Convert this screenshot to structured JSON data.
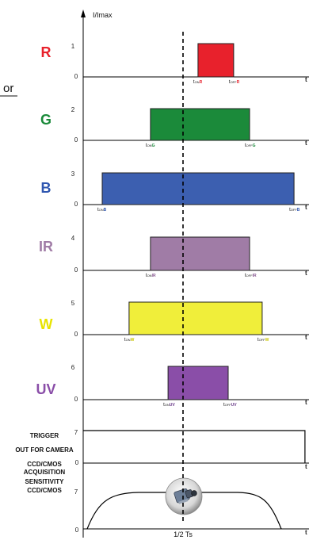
{
  "header": {
    "ylabel": "I/Imax",
    "cut_text": "or"
  },
  "colors": {
    "R": "#e8212c",
    "G": "#1b8a3a",
    "B": "#2f56b0",
    "IR": "#a07ca6",
    "W": "#f0ee3a",
    "UV": "#8a4ea8"
  },
  "channels": [
    {
      "key": "R",
      "label": "R",
      "level": "1",
      "on_sub": "R",
      "off_sub": "R",
      "on": 0.483,
      "off": 0.633,
      "color": "#e8212c",
      "fill": "#e8212c",
      "label_color": "#e8212c"
    },
    {
      "key": "G",
      "label": "G",
      "level": "2",
      "on_sub": "G",
      "off_sub": "G",
      "on": 0.283,
      "off": 0.7,
      "color": "#1b8a3a",
      "fill": "#1b8a3a",
      "label_color": "#1b8a3a"
    },
    {
      "key": "B",
      "label": "B",
      "level": "3",
      "on_sub": "B",
      "off_sub": "B",
      "on": 0.08,
      "off": 0.887,
      "color": "#2f56b0",
      "fill": "#3c5fb0",
      "label_color": "#2f56b0"
    },
    {
      "key": "IR",
      "label": "IR",
      "level": "4",
      "on_sub": "IR",
      "off_sub": "IR",
      "on": 0.283,
      "off": 0.7,
      "color": "#8a5a92",
      "fill": "#a07ca6",
      "label_color": "#a07ca6"
    },
    {
      "key": "W",
      "label": "W",
      "level": "5",
      "on_sub": "W",
      "off_sub": "W",
      "on": 0.193,
      "off": 0.753,
      "color": "#c9c500",
      "fill": "#f0ee3a",
      "label_color": "#e8e400"
    },
    {
      "key": "UV",
      "label": "UV",
      "level": "6",
      "on_sub": "UV",
      "off_sub": "UV",
      "on": 0.357,
      "off": 0.61,
      "color": "#6a3a8a",
      "fill": "#8a4ea8",
      "label_color": "#8a4ea8"
    }
  ],
  "trigger": {
    "label_lines": [
      "TRIGGER",
      "OUT FOR CAMERA",
      "CCD/CMOS"
    ],
    "level": "7",
    "zero": "0",
    "on": 0.0,
    "off": 0.933
  },
  "acquisition": {
    "label_lines": [
      "ACQUISITION",
      "SENSITIVITY",
      "CCD/CMOS"
    ],
    "level": "7",
    "zero": "0"
  },
  "t_prefix": "t",
  "on_text": "ON",
  "off_text": "OFF",
  "x_axis_label": "1/2 Ts",
  "t_axis_char": "t",
  "zero_label": "0"
}
